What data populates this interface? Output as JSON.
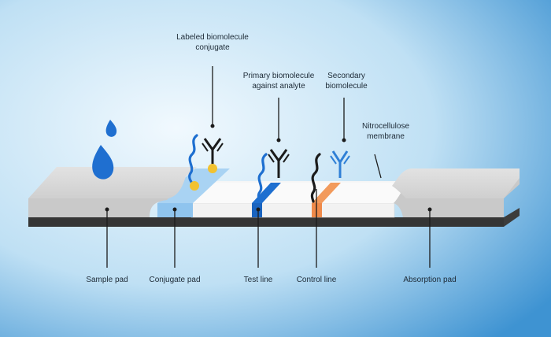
{
  "labels": {
    "labeled_conjugate": [
      "Labeled biomolecule",
      "conjugate"
    ],
    "primary": [
      "Primary biomolecule",
      "against analyte"
    ],
    "secondary": [
      "Secondary",
      "biomolecule"
    ],
    "membrane": [
      "Nitrocellulose",
      "membrane"
    ],
    "sample_pad": "Sample pad",
    "conjugate_pad": "Conjugate pad",
    "test_line": "Test line",
    "control_line": "Control line",
    "absorption_pad": "Absorption pad"
  },
  "colors": {
    "background_light": "#e6f3fb",
    "background_dark": "#2f86c8",
    "pad_gray": "#d4d4d4",
    "membrane_white": "#f4f4f4",
    "conjugate_blue": "#8fc4ee",
    "test_blue": "#1e6fd0",
    "control_orange": "#ef8a4a",
    "antibody_dark": "#1b1b1b",
    "antibody_blue": "#2f7fd6",
    "gold": "#f2c230",
    "drop_blue": "#1f6fd0",
    "base_dark": "#3c3c3c"
  }
}
